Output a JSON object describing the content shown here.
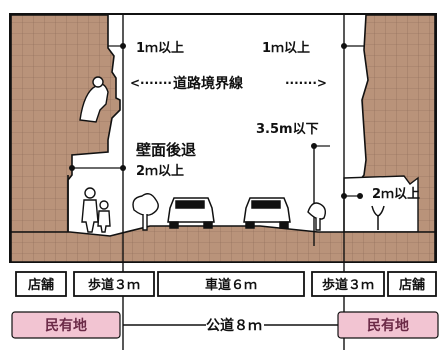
{
  "colors": {
    "building": "#b9937a",
    "grid": "#8a6a55",
    "ground": "#b9937a",
    "ink": "#111111",
    "private_land": "#f2c4d2"
  },
  "labels": {
    "setback_top_left": "1ｍ以上",
    "setback_top_right": "1ｍ以上",
    "boundary_line": "道路境界線",
    "wall_setback_title": "壁面後退",
    "wall_setback_value": "2ｍ以上",
    "height_limit": "3.5m以下",
    "setback_right_low": "2ｍ以上"
  },
  "row1": {
    "shop_left": "店舗",
    "sidewalk_left": "歩道３ｍ",
    "roadway": "車道６ｍ",
    "sidewalk_right": "歩道３ｍ",
    "shop_right": "店舗"
  },
  "row2": {
    "private_left": "民有地",
    "public_road": "公道８ｍ",
    "private_right": "民有地"
  },
  "icons": {
    "people": "people-icon",
    "tree": "tree-icon",
    "car": "car-icon",
    "plant": "plant-icon",
    "statue": "statue-icon",
    "arrow": "double-arrow-icon"
  }
}
